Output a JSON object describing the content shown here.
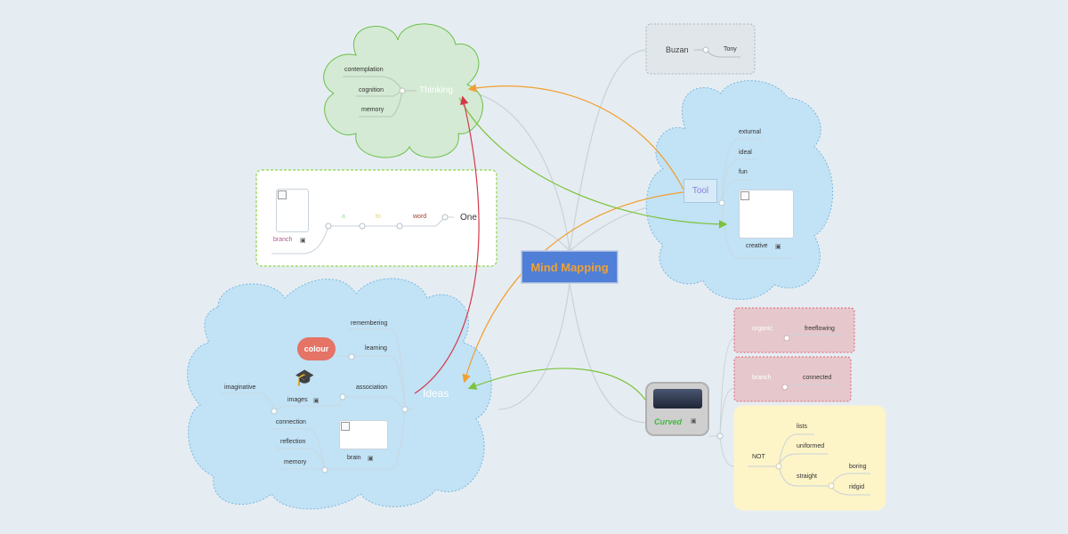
{
  "central": {
    "label": "Mind Mapping"
  },
  "thinking": {
    "label": "Thinking",
    "children": [
      "contemplation",
      "cognition",
      "memory"
    ]
  },
  "one": {
    "label": "One",
    "chain": [
      "word",
      "to",
      "a"
    ],
    "leaf": "branch"
  },
  "ideas": {
    "label": "Ideas",
    "children": [
      "remembering",
      "learning",
      "association",
      "images",
      "imaginative",
      "connection",
      "reflection",
      "memory",
      "brain"
    ],
    "colour_button": "colour"
  },
  "buzan": {
    "label": "Buzan",
    "child": "Tony"
  },
  "tool": {
    "label": "Tool",
    "children": [
      "exturnal",
      "ideal",
      "fun",
      "creative"
    ]
  },
  "curved": {
    "label": "Curved",
    "organic": {
      "label": "organic",
      "child": "freeflowing"
    },
    "branch": {
      "label": "branch",
      "child": "connected"
    },
    "not": {
      "label": "NOT",
      "children": [
        "lists",
        "uniformed",
        "straight"
      ],
      "straight_children": [
        "boring",
        "ridgid"
      ]
    }
  },
  "colors": {
    "background": "#e6edf2",
    "central_fill": "#4f7fd6",
    "central_text": "#f0a035",
    "cloud_green": "#d4ead4",
    "cloud_blue": "#c2e2f5",
    "red_box": "#e6c8cc",
    "yellow_box": "#fdf4c8",
    "arrow_orange": "#f0a030",
    "arrow_green": "#7cc23d",
    "arrow_red": "#d33a4a"
  }
}
